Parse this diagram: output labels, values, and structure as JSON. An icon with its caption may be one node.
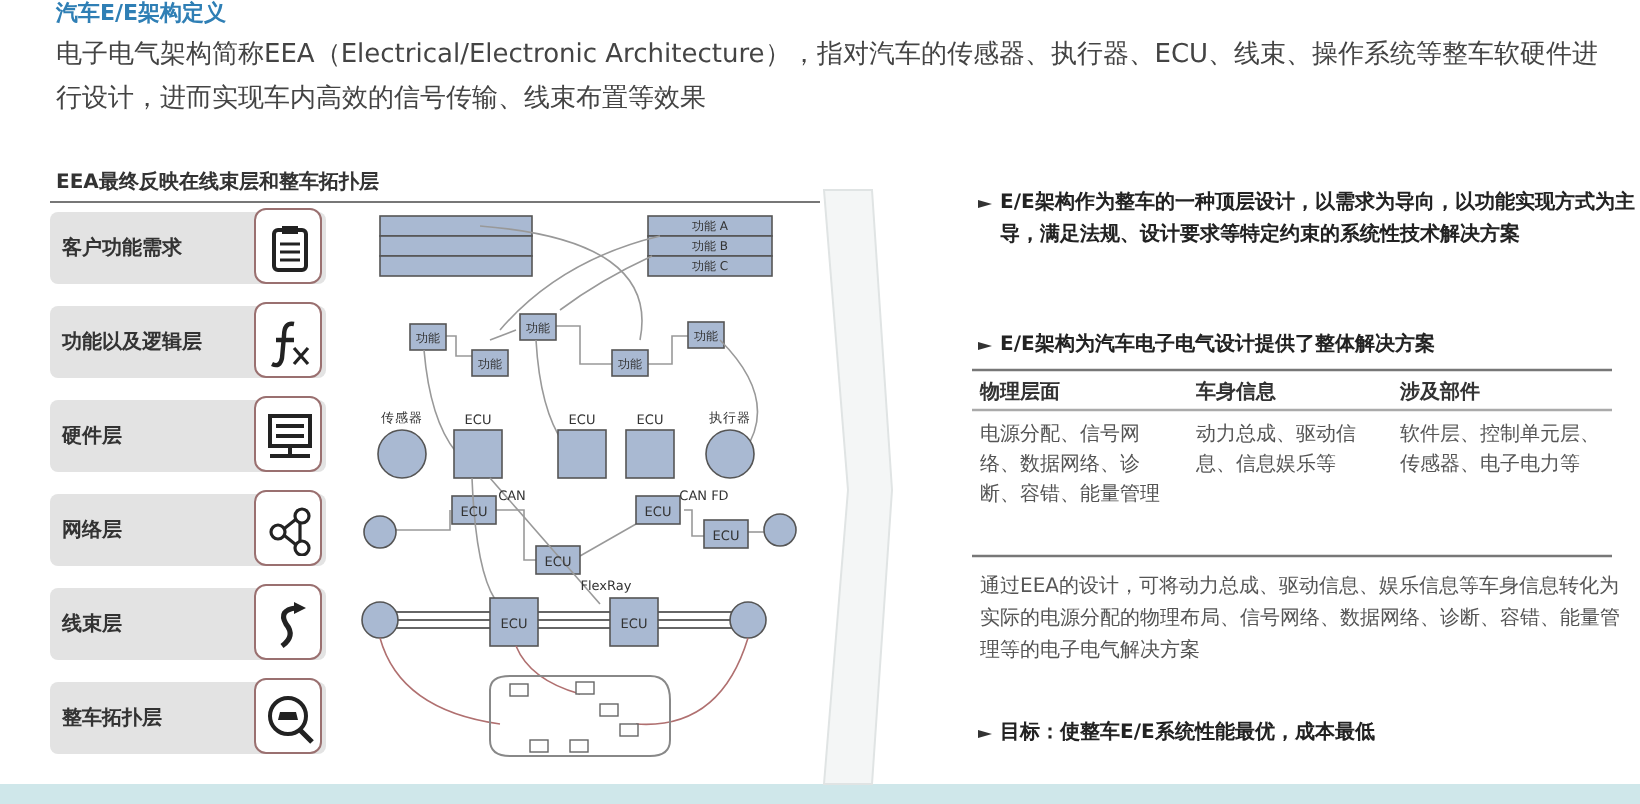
{
  "diagram": {
    "title": "汽车E/E架构定义",
    "nodes": [
      {
        "text": [
          "客户功能需求"
        ]
      },
      {
        "text": [
          "功能以及逻辑层"
        ]
      },
      {
        "text": [
          "硬件层"
        ]
      },
      {
        "text": [
          "网络层"
        ]
      },
      {
        "text": [
          "线束层"
        ]
      },
      {
        "text": [
          "整车拓扑层"
        ]
      }
    ],
    "edges": [],
    "labels": [
      "电子电气架构简称EEA（Electrical/Electronic Architecture），指对汽车的传感器、执行器、ECU、线束、操作系统等整车软硬件进行设计，进而实现车内高效的信号传输、线束布置等效果",
      "EEA最终反映在线束层和整车拓扑层",
      "功能 A",
      "功能 B",
      "功能 C",
      "功能",
      "功能",
      "功能",
      "功能",
      "功能",
      "传感器",
      "ECU",
      "ECU",
      "ECU",
      "执行器",
      "ECU",
      "CAN",
      "ECU",
      "FlexRay",
      "ECU",
      "CAN FD",
      "ECU",
      "ECU",
      "ECU",
      "E/E架构作为整车的一种顶层设计，以需求为导向，以功能实现方式为主导，满足法规、设计要求等特定约束的系统性技术解决方案",
      "E/E架构为汽车电子电气设计提供了整体解决方案",
      "物理层面",
      "车身信息",
      "涉及部件",
      "电源分配、信号网络、数据网络、诊断、容错、能量管理",
      "动力总成、驱动信息、信息娱乐等",
      "软件层、控制单元层、传感器、电子电力等",
      "通过EEA的设计，可将动力总成、驱动信息、娱乐信息等车身信息转化为实际的电源分配的物理布局、信号网络、数据网络、诊断、容错、能量管理等的电子电气解决方案",
      "目标：使整车E/E系统性能最优，成本最低"
    ]
  }
}
